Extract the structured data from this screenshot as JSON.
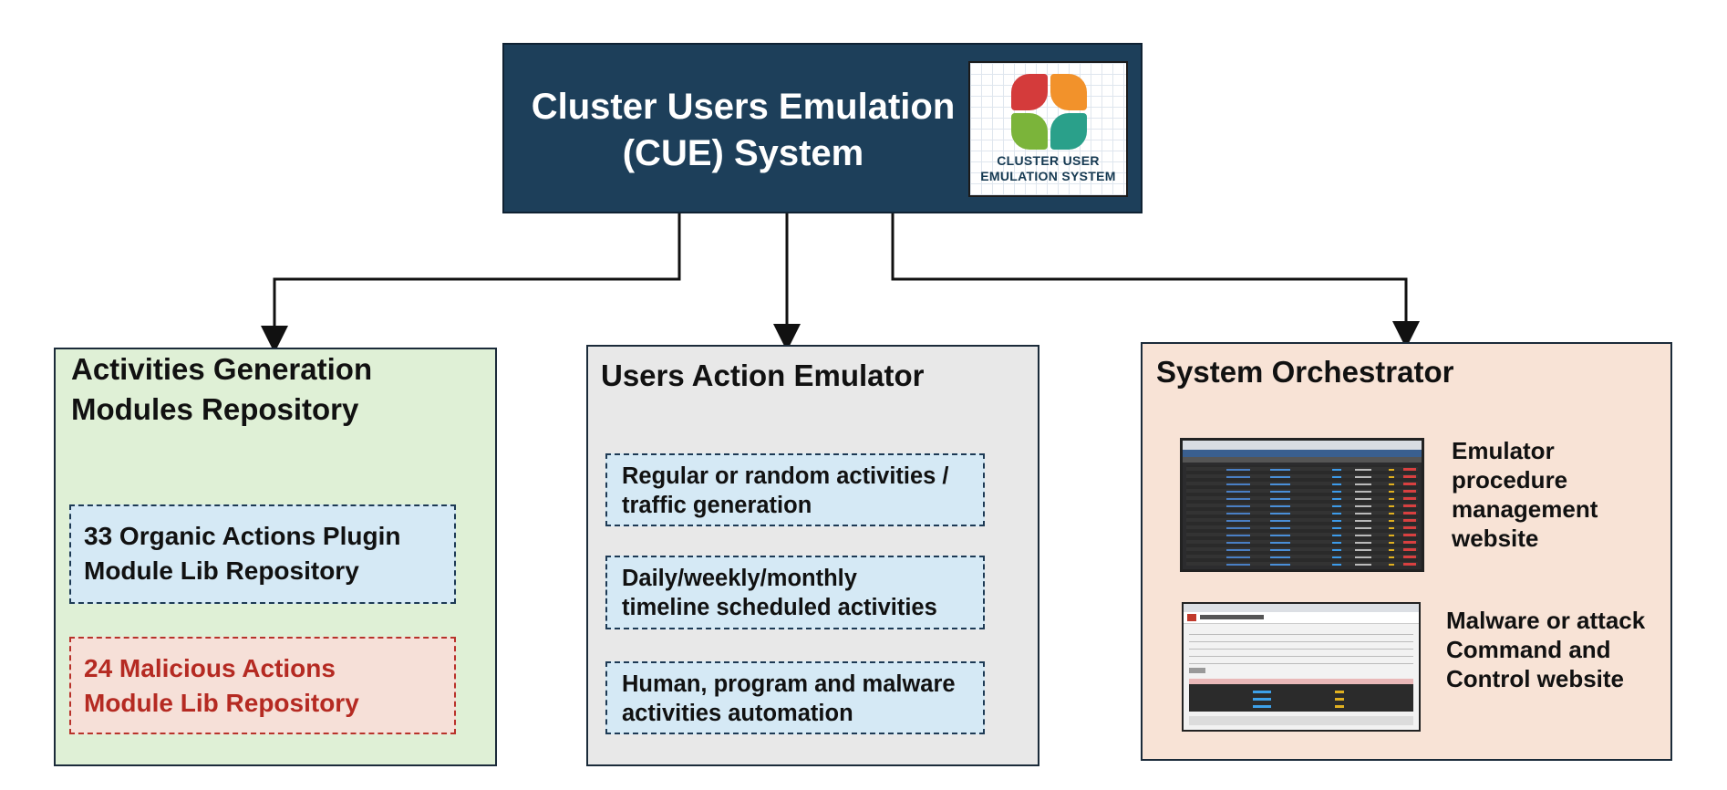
{
  "top": {
    "title_line1": "Cluster Users Emulation",
    "title_line2": "(CUE) System",
    "logo_line1": "CLUSTER USER",
    "logo_line2": "EMULATION SYSTEM"
  },
  "repository": {
    "title_line1": "Activities Generation",
    "title_line2": "Modules Repository",
    "organic_line1": "33 Organic Actions Plugin",
    "organic_line2": "Module Lib Repository",
    "malicious_line1": "24 Malicious Actions",
    "malicious_line2": "Module Lib Repository"
  },
  "emulator": {
    "title": "Users Action Emulator",
    "items": [
      {
        "line1": "Regular or random activities /",
        "line2": "traffic  generation"
      },
      {
        "line1": "Daily/weekly/monthly",
        "line2": "timeline scheduled activities"
      },
      {
        "line1": "Human, program and malware",
        "line2": "activities automation"
      }
    ]
  },
  "orchestrator": {
    "title": "System Orchestrator",
    "website1_lines": [
      "Emulator",
      "procedure",
      "management",
      "website"
    ],
    "website2_lines": [
      "Malware or attack",
      "Command and",
      "Control website"
    ]
  },
  "colors": {
    "header_bg": "#1d3f5a",
    "repository_bg": "#dff0d6",
    "emulator_bg": "#e8e8e8",
    "orchestrator_bg": "#f8e3d6",
    "module_box_bg": "#d5e9f5",
    "malicious_text": "#b52a22"
  }
}
